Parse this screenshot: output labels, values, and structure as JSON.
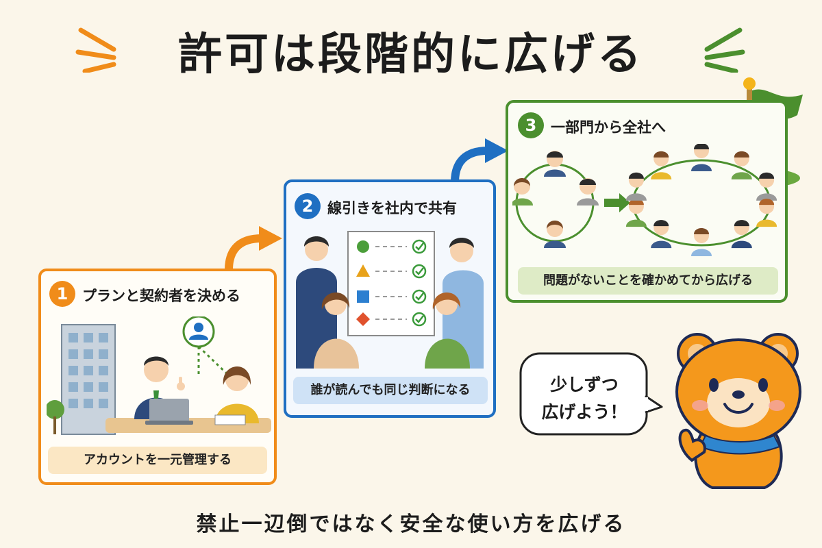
{
  "title": "許可は段階的に広げる",
  "steps": [
    {
      "number": "1",
      "title": "プランと契約者を決める",
      "caption": "アカウントを一元管理する"
    },
    {
      "number": "2",
      "title": "線引きを社内で共有",
      "caption": "誰が読んでも同じ判断になる"
    },
    {
      "number": "3",
      "title": "一部門から全社へ",
      "caption": "問題がないことを確かめてから広げる"
    }
  ],
  "mascot": {
    "speech_line1": "少しずつ",
    "speech_line2": "広げよう！"
  },
  "bottom_message": "禁止一辺倒ではなく安全な使い方を広げる",
  "colors": {
    "step1": "#f08c1a",
    "step2": "#1f6fc2",
    "step3": "#4b8f2e",
    "background": "#fbf6ea"
  }
}
